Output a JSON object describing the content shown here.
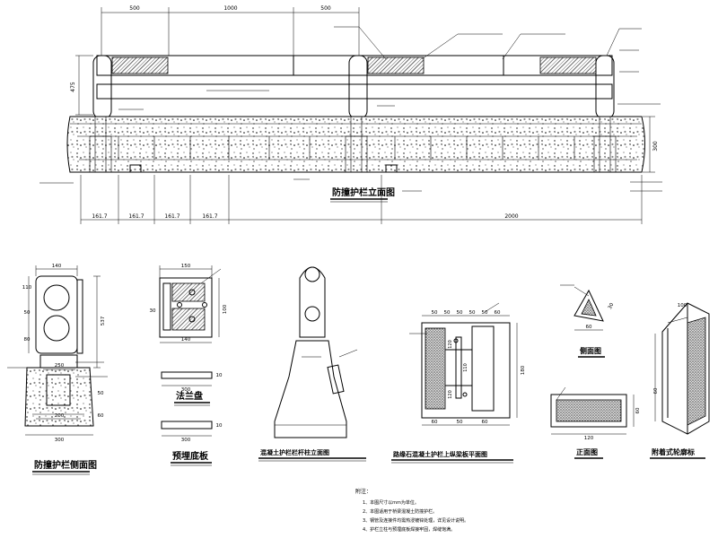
{
  "elevation": {
    "title": "防撞护栏立面图",
    "dims_top": [
      "500",
      "1000",
      "500"
    ],
    "dim_left": "475",
    "dim_right": "300",
    "dims_bottom": [
      "161.7",
      "161.7",
      "161.7",
      "161.7"
    ],
    "dim_total": "2000"
  },
  "cross_section": {
    "title": "防撞护栏侧面图",
    "dims": [
      "140",
      "110",
      "50",
      "250",
      "200",
      "300",
      "537",
      "80",
      "50",
      "60"
    ]
  },
  "flange": {
    "title": "法兰盘",
    "dims": [
      "150",
      "30",
      "140",
      "100",
      "10",
      "300"
    ]
  },
  "embed_plate": {
    "title": "预埋底板",
    "dims": [
      "10",
      "300"
    ]
  },
  "post": {
    "title": "混凝土护栏栏杆柱立面图"
  },
  "top_plan": {
    "title": "路缘石混凝土护栏上纵梁板平面图",
    "dims_top": [
      "50",
      "50",
      "50",
      "50",
      "50",
      "60"
    ],
    "dims_bottom": [
      "60",
      "50",
      "60"
    ],
    "dim_right": "180",
    "dims_mid": [
      "120",
      "110",
      "120"
    ]
  },
  "side_view": {
    "title": "侧面图",
    "dims": [
      "60",
      "30"
    ]
  },
  "front_view": {
    "title": "正面图",
    "dims": [
      "120",
      "60"
    ]
  },
  "iso_view": {
    "title": "附着式轮廓标",
    "dims": [
      "60",
      "100"
    ]
  },
  "notes": {
    "heading": "附注：",
    "items": [
      "1、本图尺寸以mm为单位。",
      "2、本图适用于桥梁混凝土防撞护栏。",
      "3、钢管及连接件均需热浸镀锌处理，详见设计说明。",
      "4、护栏立柱与预埋底板焊接牢固，焊缝饱满。"
    ]
  }
}
